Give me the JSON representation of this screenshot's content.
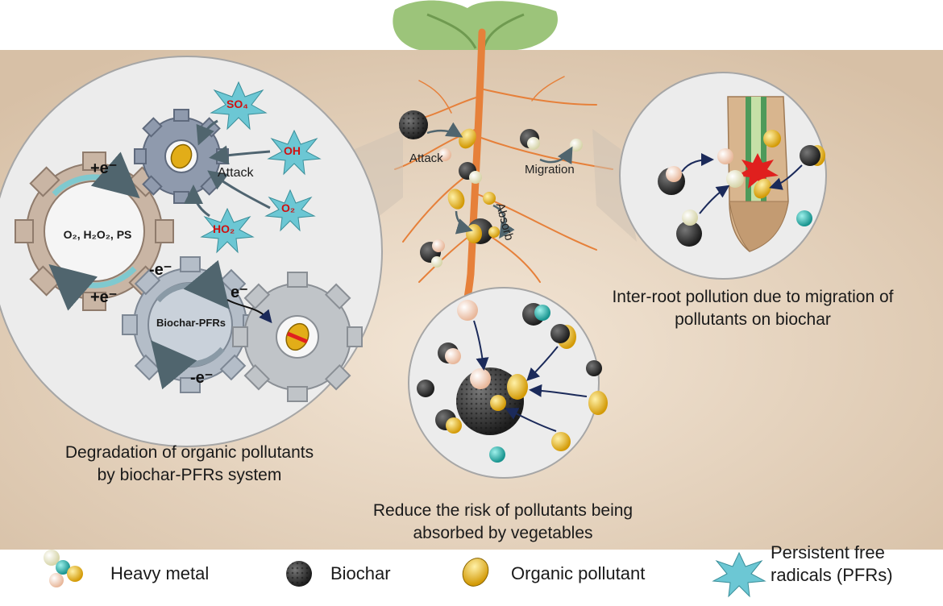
{
  "captions": {
    "left": [
      "Degradation of organic pollutants",
      "by biochar-PFRs system"
    ],
    "bottom": [
      "Reduce the risk of pollutants being",
      "absorbed by vegetables"
    ],
    "right": [
      "Inter-root pollution due to migration of",
      "pollutants on biochar"
    ]
  },
  "root_labels": {
    "attack": "Attack",
    "migration": "Migration",
    "absorb": "Absorb"
  },
  "left_circle": {
    "attack": "Attack",
    "center_gear": "O₂, H₂O₂, PS",
    "biochar_gear": "Biochar-PFRs",
    "charges": {
      "top": "+e⁻",
      "bottom": "+e⁻",
      "mid": "-e⁻",
      "low": "-e⁻",
      "arrow": "e⁻"
    },
    "radicals": {
      "so4": "SO₄",
      "oh": "OH",
      "o2": "O₂",
      "ho2": "HO₂"
    }
  },
  "legend": {
    "heavy_metal": "Heavy metal",
    "biochar": "Biochar",
    "organic_pollutant": "Organic pollutant",
    "pfrs": [
      "Persistent free",
      "radicals (PFRs)"
    ]
  },
  "colors": {
    "soil": "#e7d6c1",
    "circle_fill": "#ececec",
    "root": "#e6803a",
    "organic": "#e2ad18",
    "biochar": "#3a3a3a",
    "cyan_metal": "#2bb5b0",
    "pink_metal": "#f2d2bd",
    "cream_metal": "#ecebd0",
    "radical": "#6cc7d4",
    "gear": "#b4bdc8"
  }
}
